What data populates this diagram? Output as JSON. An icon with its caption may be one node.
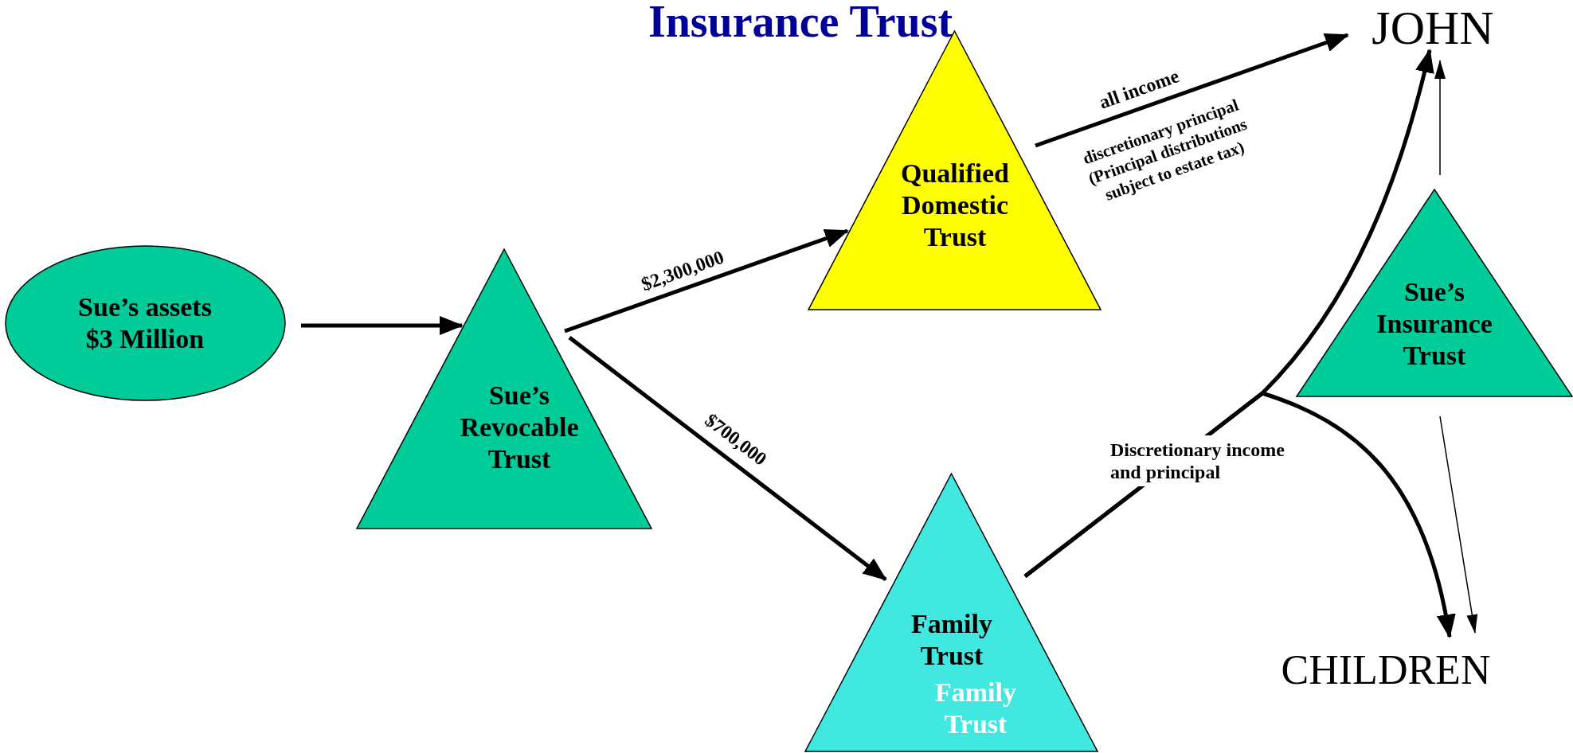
{
  "diagram": {
    "title": "Insurance Trust",
    "nodes": [
      {
        "text": [
          "Sue’s assets $3 Million"
        ]
      },
      {
        "text": [
          "Sue’s Revocable Trust"
        ]
      },
      {
        "text": [
          "Qualified Domestic Trust"
        ]
      },
      {
        "text": [
          "Family Trust",
          "Family Trust"
        ]
      },
      {
        "text": [
          "Sue’s Insurance Trust"
        ]
      },
      {
        "text": [
          "JOHN"
        ]
      },
      {
        "text": [
          "CHILDREN"
        ]
      }
    ],
    "edges": [
      {
        "from": 0,
        "to": 1,
        "arrow": "to"
      },
      {
        "from": 1,
        "to": 2,
        "arrow": "to",
        "label": "$2,300,000"
      },
      {
        "from": 1,
        "to": 3,
        "arrow": "to",
        "label": "$700,000"
      },
      {
        "from": 2,
        "to": 5,
        "arrow": "to",
        "label": "all income"
      },
      {
        "from": 3,
        "to": 5,
        "arrow": "to",
        "label": "Discretionary income and principal"
      },
      {
        "from": 3,
        "to": 6,
        "arrow": "to"
      },
      {
        "from": 4,
        "to": 5,
        "arrow": "to"
      },
      {
        "from": 4,
        "to": 6,
        "arrow": "to"
      }
    ],
    "labels": [
      "discretionary principal (Principal distributions subject to estate tax)"
    ]
  }
}
